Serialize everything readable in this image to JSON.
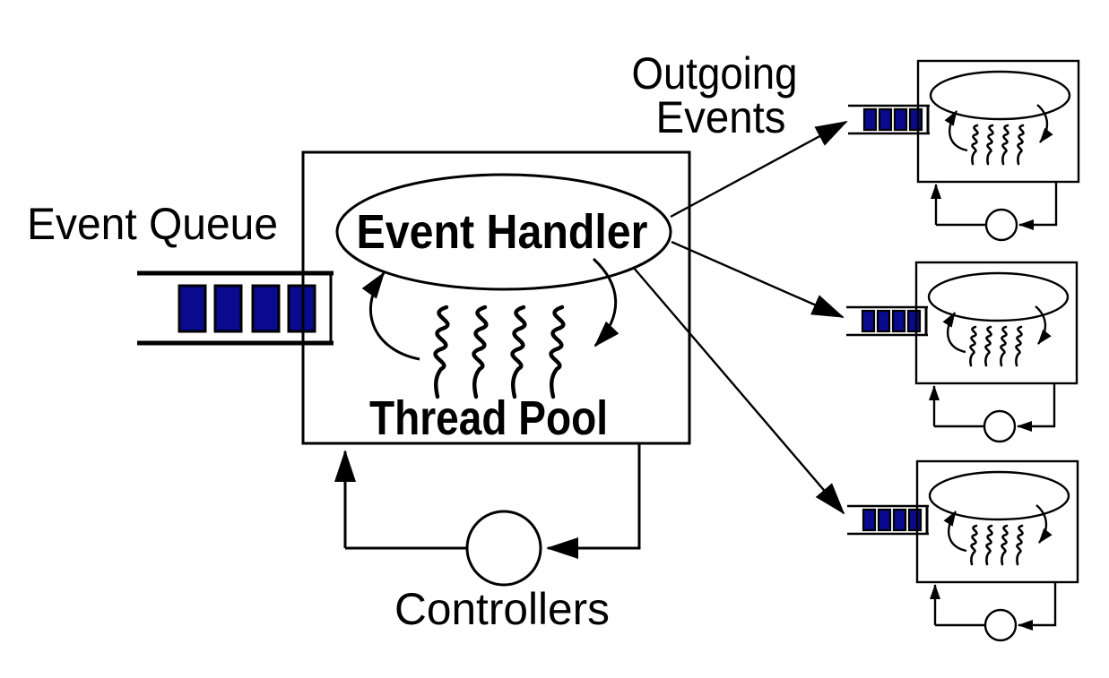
{
  "diagram": {
    "kind": "event-driven server architecture diagram",
    "main_queue_cell_count": 4,
    "thread_squiggle_count": 4,
    "replica_count": 3,
    "replica_queue_cell_count": 4
  },
  "labels": {
    "event_queue": "Event Queue",
    "event_handler": "Event Handler",
    "thread_pool": "Thread Pool",
    "outgoing_line1": "Outgoing",
    "outgoing_line2": "Events",
    "controllers": "Controllers"
  },
  "colors": {
    "background": "#ffffff",
    "line": "#000000",
    "text": "#000000",
    "queue_cell_fill": "#0a0a8f",
    "queue_cell_border": "#000000"
  }
}
